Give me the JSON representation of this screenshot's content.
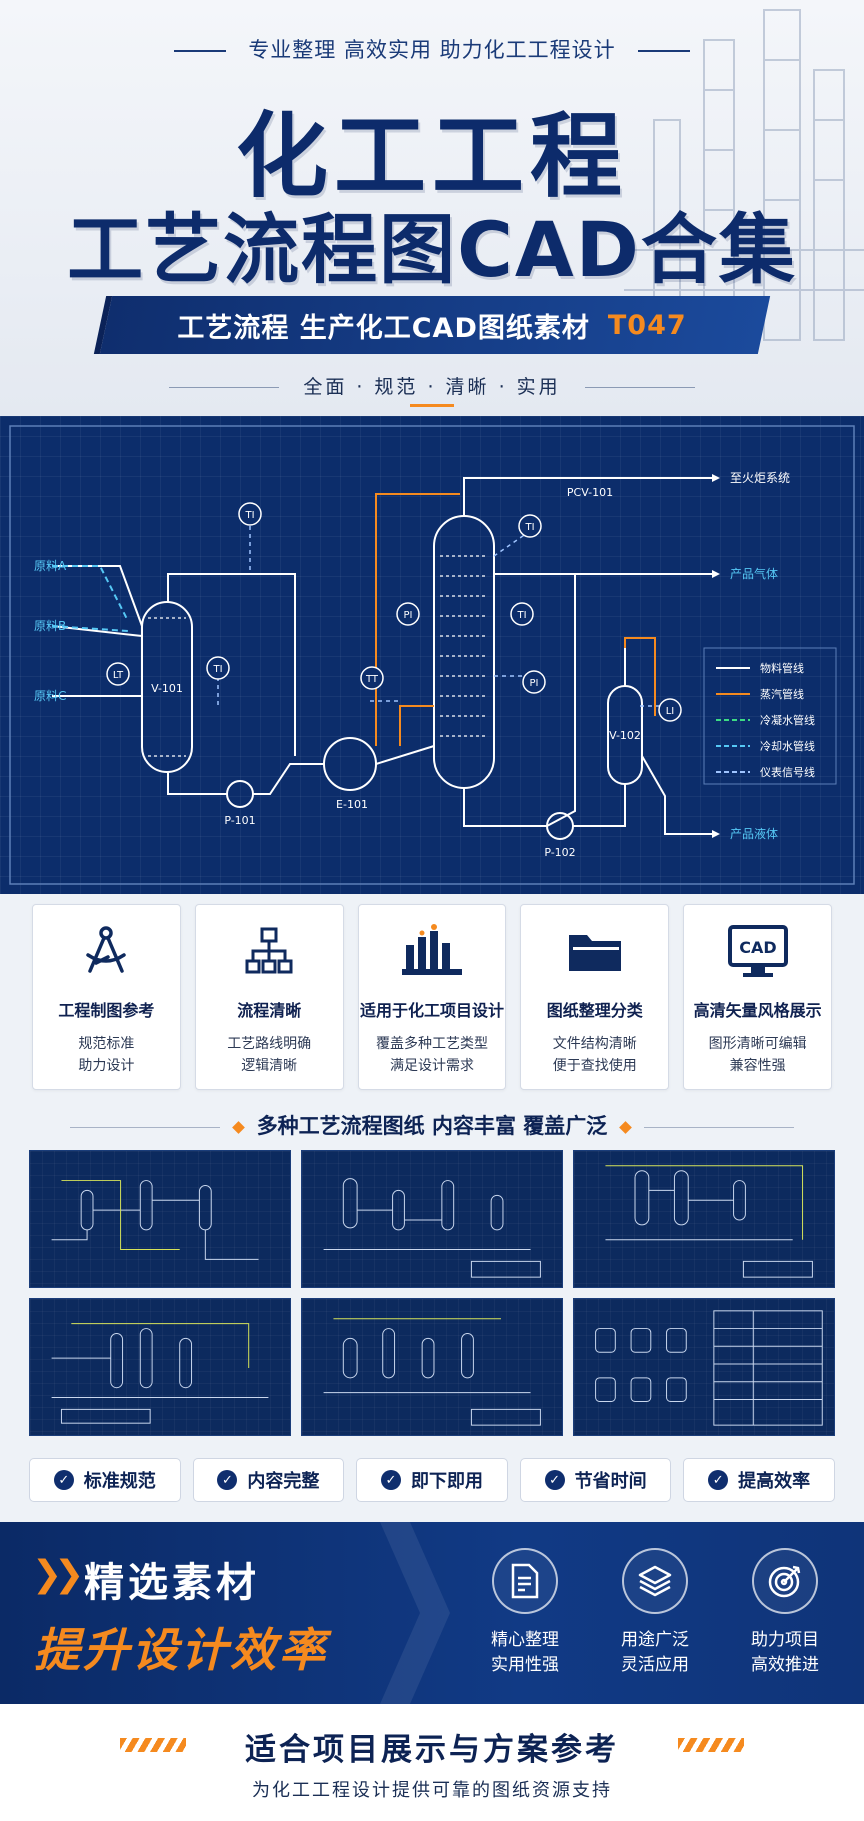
{
  "header": {
    "tagline": "专业整理  高效实用  助力化工工程设计",
    "title_line1": "化工工程",
    "title_line2": "工艺流程图CAD合集",
    "banner_text": "工艺流程  生产化工CAD图纸素材",
    "banner_code": "T047",
    "features_line": "全面 · 规范 · 清晰 · 实用"
  },
  "diagram": {
    "feeds": [
      "原料A",
      "原料B",
      "原料C"
    ],
    "equipment": {
      "v101": "V-101",
      "v102": "V-102",
      "p101": "P-101",
      "p102": "P-102",
      "e101": "E-101",
      "pcv101": "PCV-101"
    },
    "instruments": [
      "TI",
      "LT",
      "TI",
      "TT",
      "TI",
      "PI",
      "TI",
      "PI",
      "LI"
    ],
    "outputs": {
      "flare": "至火炬系统",
      "gas": "产品气体",
      "liquid": "产品液体"
    },
    "legend": [
      {
        "label": "物料管线",
        "color": "#ffffff",
        "dash": false
      },
      {
        "label": "蒸汽管线",
        "color": "#f58a1f",
        "dash": false
      },
      {
        "label": "冷凝水管线",
        "color": "#3ddc84",
        "dash": true
      },
      {
        "label": "冷却水管线",
        "color": "#56c8f5",
        "dash": true
      },
      {
        "label": "仪表信号线",
        "color": "#9fc4ff",
        "dash": true
      }
    ]
  },
  "cards": [
    {
      "icon": "compass-icon",
      "title": "工程制图参考",
      "desc1": "规范标准",
      "desc2": "助力设计"
    },
    {
      "icon": "flowchart-icon",
      "title": "流程清晰",
      "desc1": "工艺路线明确",
      "desc2": "逻辑清晰"
    },
    {
      "icon": "factory-icon",
      "title": "适用于化工项目设计",
      "desc1": "覆盖多种工艺类型",
      "desc2": "满足设计需求"
    },
    {
      "icon": "folder-icon",
      "title": "图纸整理分类",
      "desc1": "文件结构清晰",
      "desc2": "便于查找使用"
    },
    {
      "icon": "cad-monitor-icon",
      "title": "高清矢量风格展示",
      "desc1": "图形清晰可编辑",
      "desc2": "兼容性强"
    }
  ],
  "section_heading": "多种工艺流程图纸  内容丰富  覆盖广泛",
  "badges": [
    "标准规范",
    "内容完整",
    "即下即用",
    "节省时间",
    "提高效率"
  ],
  "band": {
    "line1": "精选素材",
    "line2": "提升设计效率",
    "items": [
      {
        "icon": "document-icon",
        "l1": "精心整理",
        "l2": "实用性强"
      },
      {
        "icon": "layers-icon",
        "l1": "用途广泛",
        "l2": "灵活应用"
      },
      {
        "icon": "target-icon",
        "l1": "助力项目",
        "l2": "高效推进"
      }
    ]
  },
  "footer": {
    "title": "适合项目展示与方案参考",
    "subtitle": "为化工工程设计提供可靠的图纸资源支持"
  },
  "colors": {
    "navy": "#0d2b6b",
    "accent_orange": "#f58a1f",
    "diagram_bg": "#0c2d6b"
  }
}
